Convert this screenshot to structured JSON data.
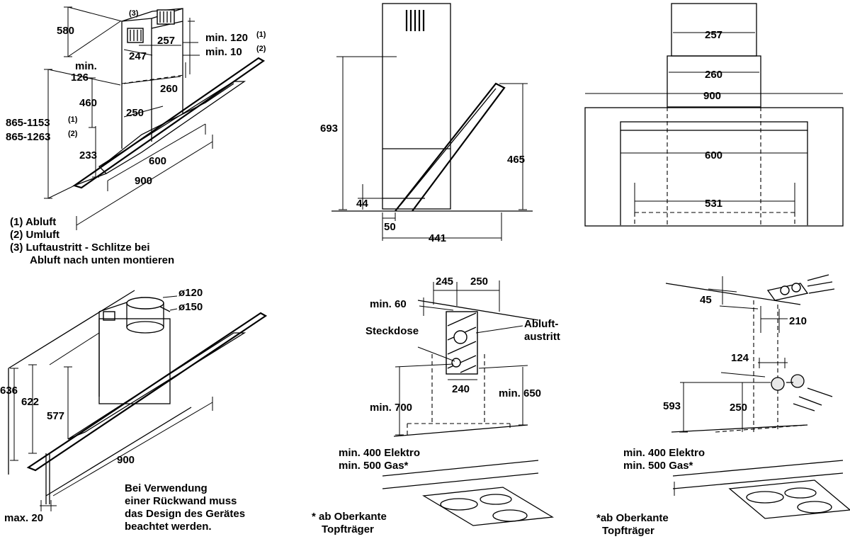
{
  "panel1": {
    "d580": "580",
    "d257": "257",
    "d247": "247",
    "n3": "(3)",
    "min120": "min. 120",
    "min10": "min. 10",
    "s1": "(1)",
    "s2": "(2)",
    "min": "min.",
    "d126": "126",
    "d260": "260",
    "d460": "460",
    "d250": "250",
    "r865a": "865-1153",
    "r865b": "865-1263",
    "d233": "233",
    "d600": "600",
    "d900": "900",
    "legend1": "(1) Abluft",
    "legend2": "(2) Umluft",
    "legend3a": "(3) Luftaustritt - Schlitze bei",
    "legend3b": "Abluft nach unten montieren"
  },
  "panel2": {
    "d693": "693",
    "d465": "465",
    "d44": "44",
    "d50": "50",
    "d441": "441"
  },
  "panel3": {
    "d257": "257",
    "d260": "260",
    "d900": "900",
    "d600": "600",
    "d531": "531"
  },
  "panel4": {
    "o120": "ø120",
    "o150": "ø150",
    "d636": "636",
    "d622": "622",
    "d577": "577",
    "d900": "900",
    "max20": "max. 20",
    "note1": "Bei Verwendung",
    "note2": "einer Rückwand muss",
    "note3": "das Design des Gerätes",
    "note4": "beachtet werden."
  },
  "panel5": {
    "d245": "245",
    "d250": "250",
    "min60": "min. 60",
    "abluft1": "Abluft-",
    "abluft2": "austritt",
    "steckdose": "Steckdose",
    "d240": "240",
    "min700": "min. 700",
    "min650": "min. 650",
    "elektro": "min. 400 Elektro",
    "gas": "min. 500 Gas*",
    "foot1": "* ab Oberkante",
    "foot2": "Topfträger"
  },
  "panel6": {
    "d45": "45",
    "d210": "210",
    "d124": "124",
    "d593": "593",
    "d250": "250",
    "elektro": "min. 400 Elektro",
    "gas": "min. 500 Gas*",
    "foot1": "*ab Oberkante",
    "foot2": "Topfträger"
  }
}
